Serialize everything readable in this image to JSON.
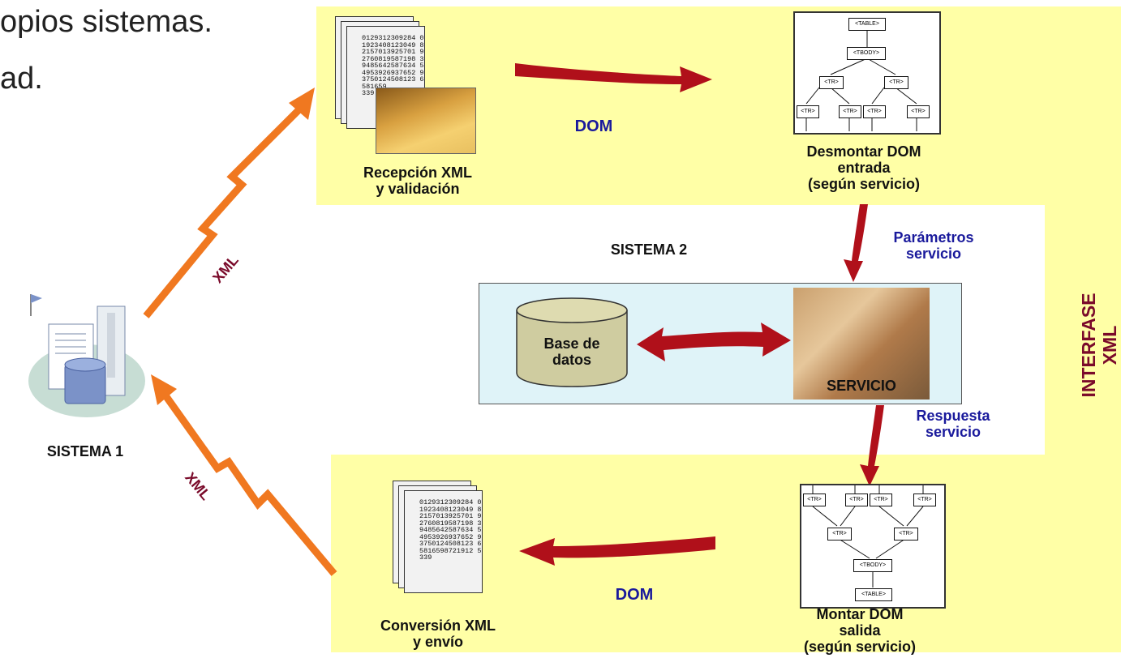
{
  "top_text": {
    "line1": "opios sistemas.",
    "line2": "ad."
  },
  "reception": {
    "line1": "Recepción XML",
    "line2": "y validación"
  },
  "dom_top": "DOM",
  "disassemble": {
    "line1": "Desmontar DOM",
    "line2": "entrada",
    "line3": "(según servicio)"
  },
  "sistema2": "SISTEMA 2",
  "parametros": {
    "line1": "Parámetros",
    "line2": "servicio"
  },
  "database": {
    "line1": "Base de",
    "line2": "datos"
  },
  "servicio": "SERVICIO",
  "respuesta": {
    "line1": "Respuesta",
    "line2": "servicio"
  },
  "interfase": {
    "line1": "INTERFASE",
    "line2": "XML"
  },
  "sistema1": "SISTEMA 1",
  "xml_up": "XML",
  "xml_down": "XML",
  "assemble": {
    "line1": "Montar DOM",
    "line2": "salida",
    "line3": "(según servicio)"
  },
  "dom_bottom": "DOM",
  "conversion": {
    "line1": "Conversión XML",
    "line2": "y envío"
  },
  "doc_text": {
    "top": "0129312309284 0\n1923408123049 8\n2157013925701 9\n2760819587198 3\n9485642587634 5\n4953926937652 9\n3750124508123 6\n581659\n339",
    "bottom": "0129312309284 0\n1923408123049 8\n2157013925701 9\n2760819587198 3\n9485642587634 5\n4953926937652 9\n3750124508123 6\n5816598721912 5\n339"
  },
  "tree_in": {
    "root": "<TABLE>",
    "body": "<TBODY>",
    "tr": "<TR>"
  },
  "tree_out": {
    "root": "<TABLE>",
    "body": "<TBODY>",
    "tr": "<TR>"
  },
  "colors": {
    "yellow_panel": "#ffffa6",
    "blue_panel": "#dff3f8",
    "red_arrow": "#b0101a",
    "orange_arrow": "#f07820",
    "blue_text": "#1a1a9c",
    "maroon_text": "#7a0a2a"
  }
}
